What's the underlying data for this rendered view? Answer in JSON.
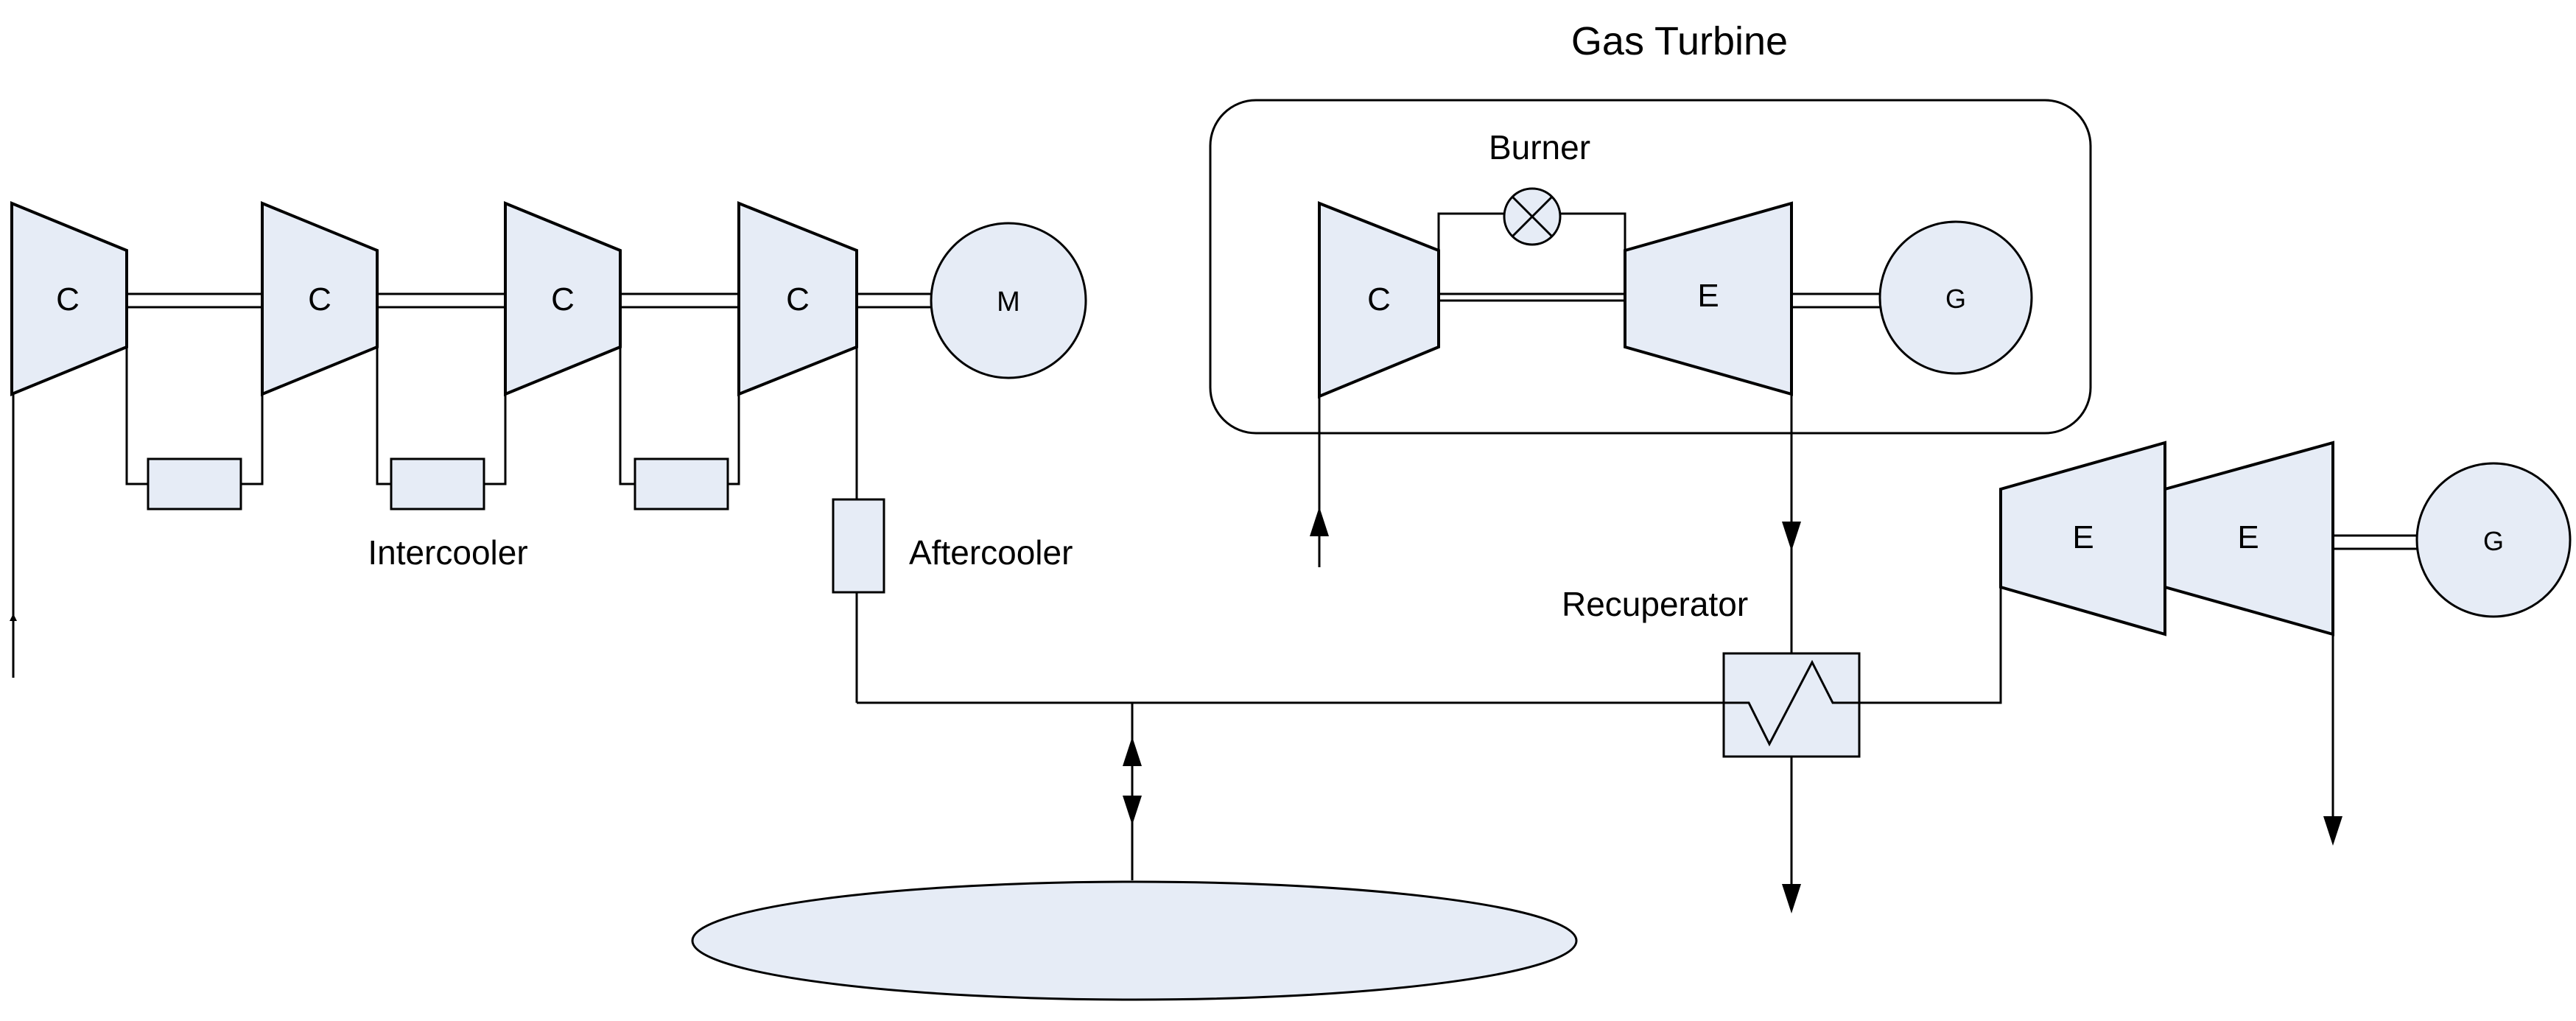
{
  "title": "Gas Turbine",
  "colors": {
    "component_fill": "#e6ecf6",
    "stroke": "#000000",
    "background": "#ffffff"
  },
  "labels": {
    "compressor": "C",
    "expander": "E",
    "motor": "M",
    "generator": "G",
    "burner": "Burner",
    "intercooler": "Intercooler",
    "aftercooler": "Aftercooler",
    "recuperator": "Recuperator"
  }
}
